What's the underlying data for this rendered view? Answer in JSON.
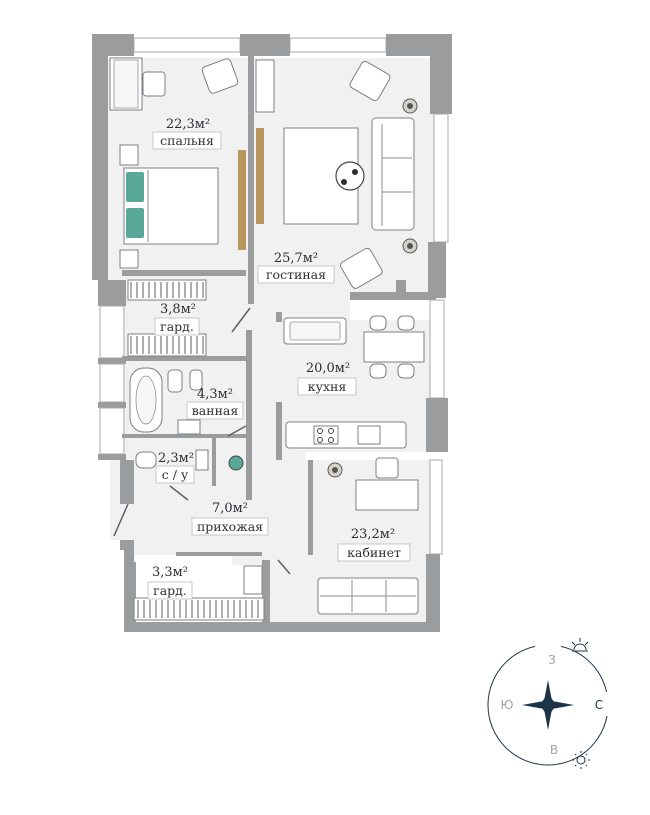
{
  "rooms": [
    {
      "area": "22,3м²",
      "name": "спальня"
    },
    {
      "area": "25,7м²",
      "name": "гостиная"
    },
    {
      "area": "3,8м²",
      "name": "гард."
    },
    {
      "area": "20,0м²",
      "name": "кухня"
    },
    {
      "area": "4,3м²",
      "name": "ванная"
    },
    {
      "area": "2,3м²",
      "name": "с / у"
    },
    {
      "area": "7,0м²",
      "name": "прихожая"
    },
    {
      "area": "23,2м²",
      "name": "кабинет"
    },
    {
      "area": "3,3м²",
      "name": "гард."
    }
  ],
  "compass": {
    "north": "З",
    "west": "Ю",
    "east": "С",
    "south": "В"
  },
  "colors": {
    "wall": "#9a9c9e",
    "floor": "#f1f1f2",
    "bed_pillow": "#5aa899",
    "wood": "#b8965e",
    "compass": "#1d3348"
  }
}
